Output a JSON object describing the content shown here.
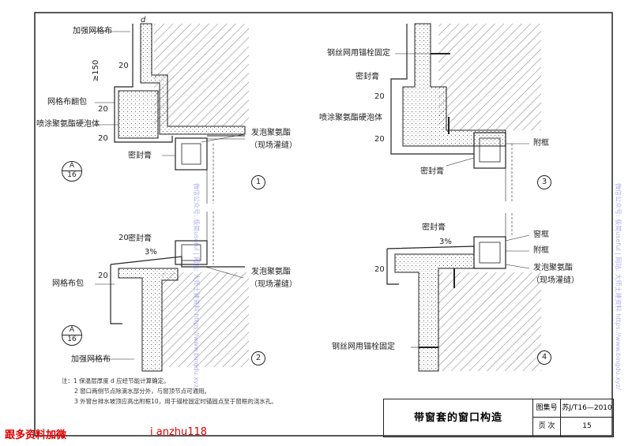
{
  "labels": {
    "d": "d",
    "reinforce_mesh_top": "加强网格布",
    "dim_20a": "20",
    "dim_150": "≥150",
    "mesh_wrap": "网格布翻包",
    "spray_foam_a": "喷涂聚氨酯硬泡体",
    "foam_pu_a_l1": "发泡聚氨酯",
    "foam_pu_a_l2": "（现场灌缝）",
    "sealant_a": "密封膏",
    "dim_20b": "20",
    "dim_20c": "20",
    "sealant_b_top": "密封膏",
    "dim_20d": "20",
    "slope_b": "3%",
    "foam_pu_b_l1": "发泡聚氨酯",
    "foam_pu_b_l2": "（现场灌缝）",
    "mesh_wrap_b": "网格布包",
    "reinforce_mesh_b": "加强网格布",
    "dim_20e": "20",
    "steel_mesh_anchor_c": "钢丝网用锚栓固定",
    "sealant_c_top": "密封膏",
    "dim_20f": "20",
    "spray_foam_c": "喷涂聚氨酯硬泡体",
    "dim_20g": "20",
    "sub_frame_c": "附框",
    "sealant_c": "密封膏",
    "sealant_d_top": "密封膏",
    "slope_d": "3%",
    "window_frame_d": "窗框",
    "sub_frame_d": "附框",
    "foam_pu_d_l1": "发泡聚氨酯",
    "foam_pu_d_l2": "（现场灌缝）",
    "dim_20h": "20",
    "steel_mesh_anchor_d": "钢丝网用锚栓固定"
  },
  "details": [
    "1",
    "2",
    "3",
    "4"
  ],
  "refs": [
    {
      "top": "A",
      "bottom": "16"
    },
    {
      "top": "A",
      "bottom": "16"
    }
  ],
  "notes": [
    "注：1 保温层厚度 d 应经节能计算确定。",
    "2 窗口两侧节点除滴水部分外，与窗顶节点可通用。",
    "3 外窗台排水坡顶应高出附框10，用于锚栓固定时锚固点至于窗框的浇水孔。"
  ],
  "title_block": {
    "title": "带窗套的窗口构造",
    "atlas_label": "图集号",
    "atlas_value": "苏J/T16—2010",
    "page_label": "页 次",
    "page_value": "15"
  },
  "watermarks": {
    "red_left": "跟多资料加微",
    "red_right": "i anzhu118",
    "blue_v1": "微信公众号: 极简useful | 网站: 大师土建资料 https://www.bingdu.xyz/",
    "blue_v2": "微信公众号: 极简useful | 网站: 大师土建资料 https://www.bingdu.xyz/"
  },
  "colors": {
    "line": "#222222",
    "hatch": "#555555",
    "watermark_red": "#e00000",
    "watermark_blue": "#6a6ae0"
  }
}
